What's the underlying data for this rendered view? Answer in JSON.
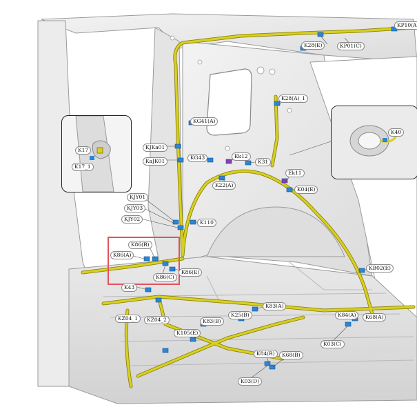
{
  "colors": {
    "harness": "#d8d020",
    "harness_dark": "#8c8410",
    "connector": "#2a86d8",
    "connector_purple": "#8a3ab8",
    "highlight": "#e0525c",
    "body_line": "#9a9a9a",
    "body_fill": "#eeeeee"
  },
  "labels": [
    {
      "id": "kp10a",
      "text": "KP10(A)"
    },
    {
      "id": "k28e",
      "text": "K28(E)"
    },
    {
      "id": "kp01c",
      "text": "KP01(C)"
    },
    {
      "id": "k28a1",
      "text": "K28(A)_1"
    },
    {
      "id": "k40",
      "text": "K40"
    },
    {
      "id": "kg41a",
      "text": "KG41(A)"
    },
    {
      "id": "kjka01",
      "text": "KJKa01"
    },
    {
      "id": "kajk01",
      "text": "KaJK01"
    },
    {
      "id": "kg43",
      "text": "KG43"
    },
    {
      "id": "ek12",
      "text": "Ek12"
    },
    {
      "id": "k31",
      "text": "K31"
    },
    {
      "id": "ek11",
      "text": "Ek11"
    },
    {
      "id": "k22a",
      "text": "K22(A)"
    },
    {
      "id": "k04e",
      "text": "K04(E)"
    },
    {
      "id": "k17",
      "text": "K17"
    },
    {
      "id": "k17_1",
      "text": "K17_1"
    },
    {
      "id": "kjy01",
      "text": "KJY01"
    },
    {
      "id": "kjy03",
      "text": "KJY03"
    },
    {
      "id": "kjy02",
      "text": "KJY02"
    },
    {
      "id": "k110",
      "text": "K110"
    },
    {
      "id": "k86b",
      "text": "K86(B)"
    },
    {
      "id": "k86a",
      "text": "K86(A)"
    },
    {
      "id": "k86e",
      "text": "K86(E)"
    },
    {
      "id": "k86c",
      "text": "K86(C)"
    },
    {
      "id": "kb02e",
      "text": "KB02(E)"
    },
    {
      "id": "k43",
      "text": "K43"
    },
    {
      "id": "k83a",
      "text": "K83(A)"
    },
    {
      "id": "kz04_1",
      "text": "KZ04_1"
    },
    {
      "id": "kz04_2",
      "text": "KZ04_2"
    },
    {
      "id": "k83b",
      "text": "K83(B)"
    },
    {
      "id": "k25b",
      "text": "K25(B)"
    },
    {
      "id": "k84a",
      "text": "K84(A)"
    },
    {
      "id": "k68a",
      "text": "K68(A)"
    },
    {
      "id": "k105e",
      "text": "K105(E)"
    },
    {
      "id": "k03c",
      "text": "K03(C)"
    },
    {
      "id": "k84b",
      "text": "K84(B)"
    },
    {
      "id": "k68b",
      "text": "K68(B)"
    },
    {
      "id": "k03d",
      "text": "K03(D)"
    }
  ]
}
